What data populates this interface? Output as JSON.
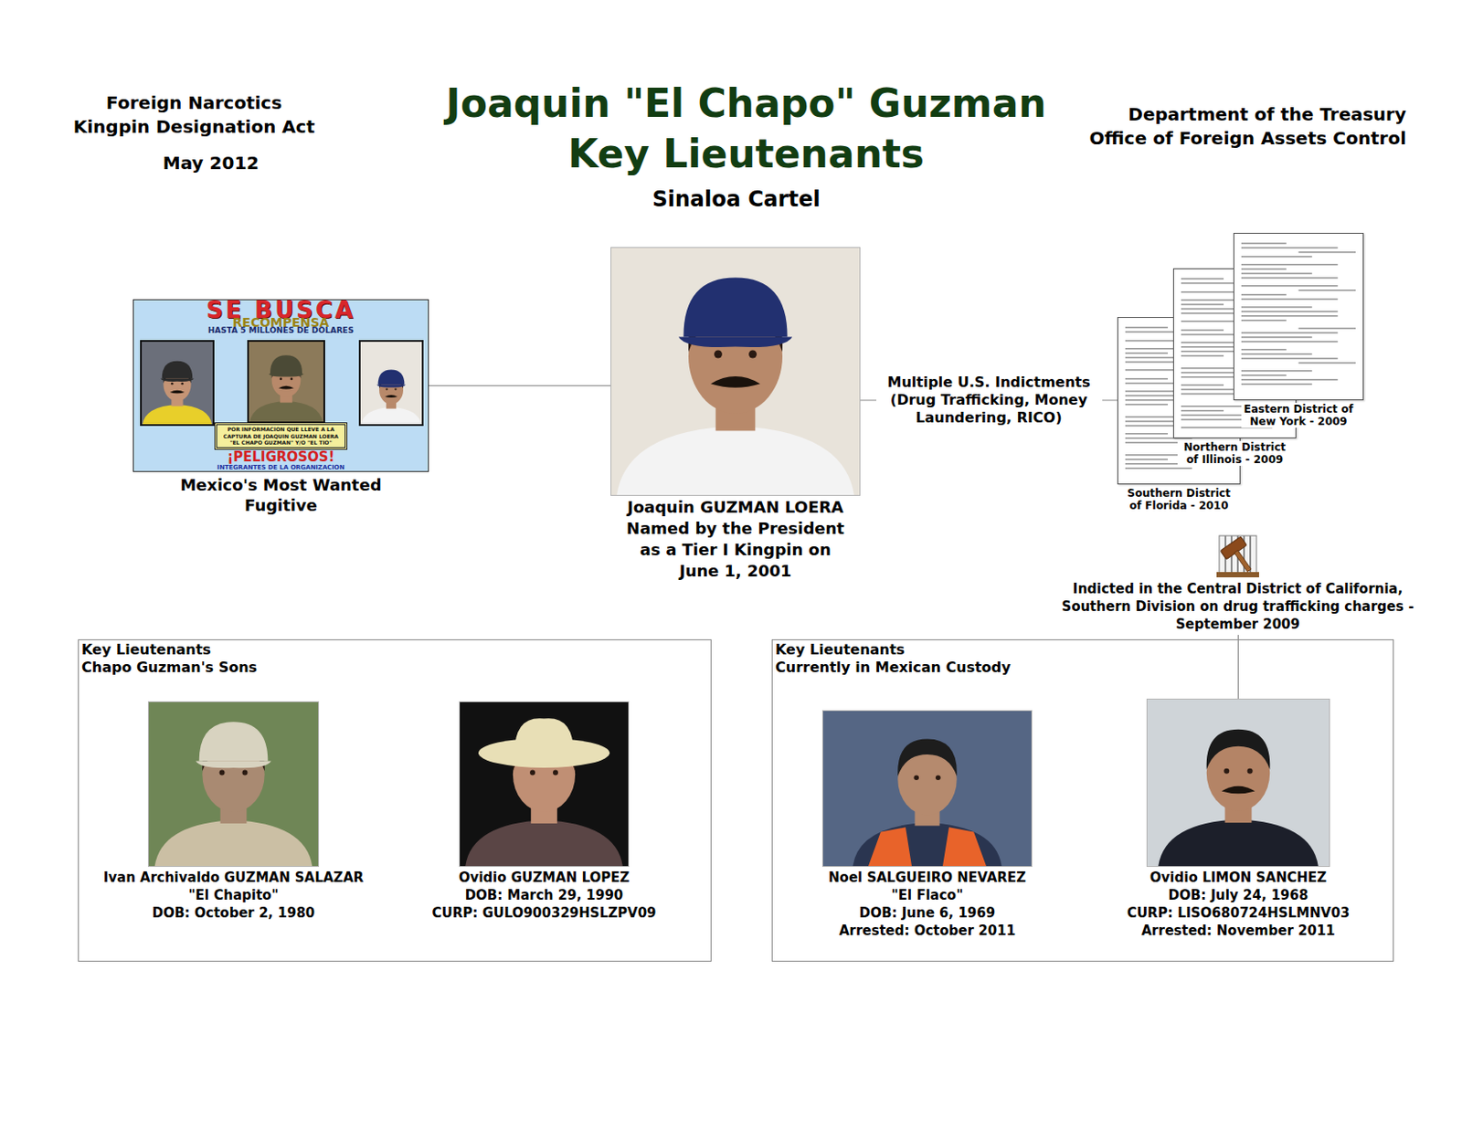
{
  "diagram": {
    "title": "Joaquin \"El Chapo\" Guzman Key Lieutenants",
    "nodes": [
      {
        "text": [
          "Mexico's Most Wanted Fugitive"
        ]
      },
      {
        "text": [
          "Joaquin GUZMAN LOERA Named by the President as a Tier I Kingpin on June 1, 2001"
        ]
      },
      {
        "text": [
          "Southern District of Florida - 2010"
        ]
      },
      {
        "text": [
          "Northern District of Illinois - 2009"
        ]
      },
      {
        "text": [
          "Eastern District of New York - 2009"
        ]
      },
      {
        "text": [
          "Indicted in the Central District of California, Southern Division on drug trafficking charges - September 2009"
        ]
      },
      {
        "text": [
          "Key Lieutenants",
          "Chapo Guzman's Sons"
        ]
      },
      {
        "text": [
          "Ivan Archivaldo GUZMAN SALAZAR",
          "\"El Chapito\"",
          "DOB: October 2, 1980"
        ],
        "in": 6
      },
      {
        "text": [
          "Ovidio GUZMAN LOPEZ",
          "DOB: March 29, 1990",
          "CURP: GULO900329HSLZPV09"
        ],
        "in": 6
      },
      {
        "text": [
          "Key Lieutenants",
          "Currently in Mexican Custody"
        ]
      },
      {
        "text": [
          "Noel SALGUEIRO NEVAREZ",
          "\"El Flaco\"",
          "DOB: June 6, 1969",
          "Arrested: October 2011"
        ],
        "in": 9
      },
      {
        "text": [
          "Ovidio LIMON SANCHEZ",
          "DOB: July 24, 1968",
          "CURP: LISO680724HSLMNV03",
          "Arrested: November 2011"
        ],
        "in": 9
      }
    ],
    "edges": [
      {
        "from": 0,
        "to": 1,
        "arrow": "none"
      },
      {
        "from": 1,
        "to": 2,
        "label": "Multiple U.S. Indictments (Drug Trafficking, Money Laundering, RICO)",
        "arrow": "none"
      },
      {
        "from": 5,
        "to": 11,
        "arrow": "none"
      }
    ],
    "labels": [
      "Foreign Narcotics Kingpin Designation Act",
      "May 2012",
      "Sinaloa Cartel",
      "Department of the Treasury",
      "Office of Foreign Assets Control",
      "SE BUSCA",
      "RECOMPENSA",
      "HASTA 5 MILLONES DE DOLARES",
      "POR INFORMACION QUE LLEVE A LA CAPTURA DE JOAQUIN GUZMAN LOERA \"EL CHAPO GUZMAN\" Y/O \"EL TIO\"",
      "¡PELIGROSOS!",
      "INTEGRANTES DE LA ORGANIZACION"
    ]
  }
}
